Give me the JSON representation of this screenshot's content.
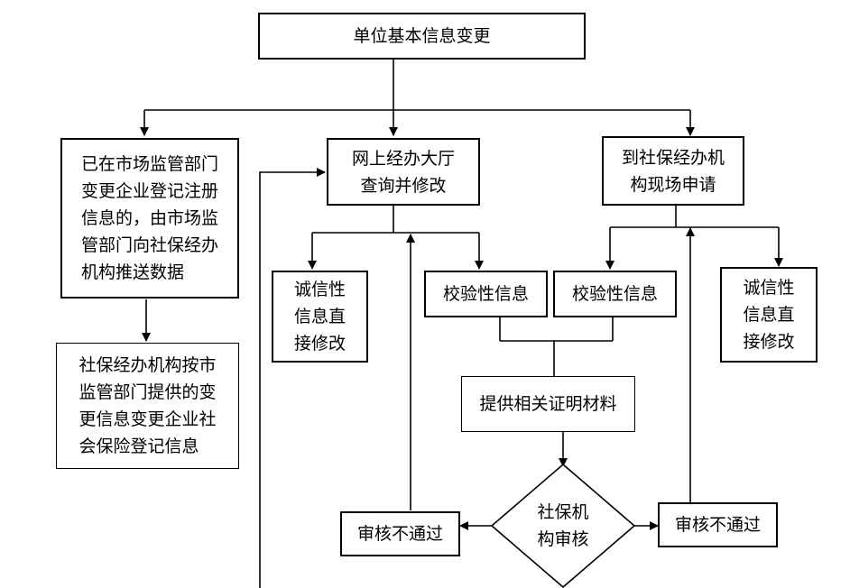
{
  "nodes": {
    "top": "单位基本信息变更",
    "market": "已在市场监管部门\n变更企业登记注册\n信息的，由市场监\n管部门向社保经办\n机构推送数据",
    "social_change": "社保经办机构按市\n监管部门提供的变\n更信息变更企业社\n会保险登记信息",
    "online": "网上经办大厅\n查询并修改",
    "onsite": "到社保经办机\n构现场申请",
    "integrity_left": "诚信性\n信息直\n接修改",
    "verify_left": "校验性信息",
    "verify_right": "校验性信息",
    "integrity_right": "诚信性\n信息直\n接修改",
    "materials": "提供相关证明材料",
    "review": "社保机\n构审核",
    "reject_left": "审核不通过",
    "reject_right": "审核不通过"
  }
}
